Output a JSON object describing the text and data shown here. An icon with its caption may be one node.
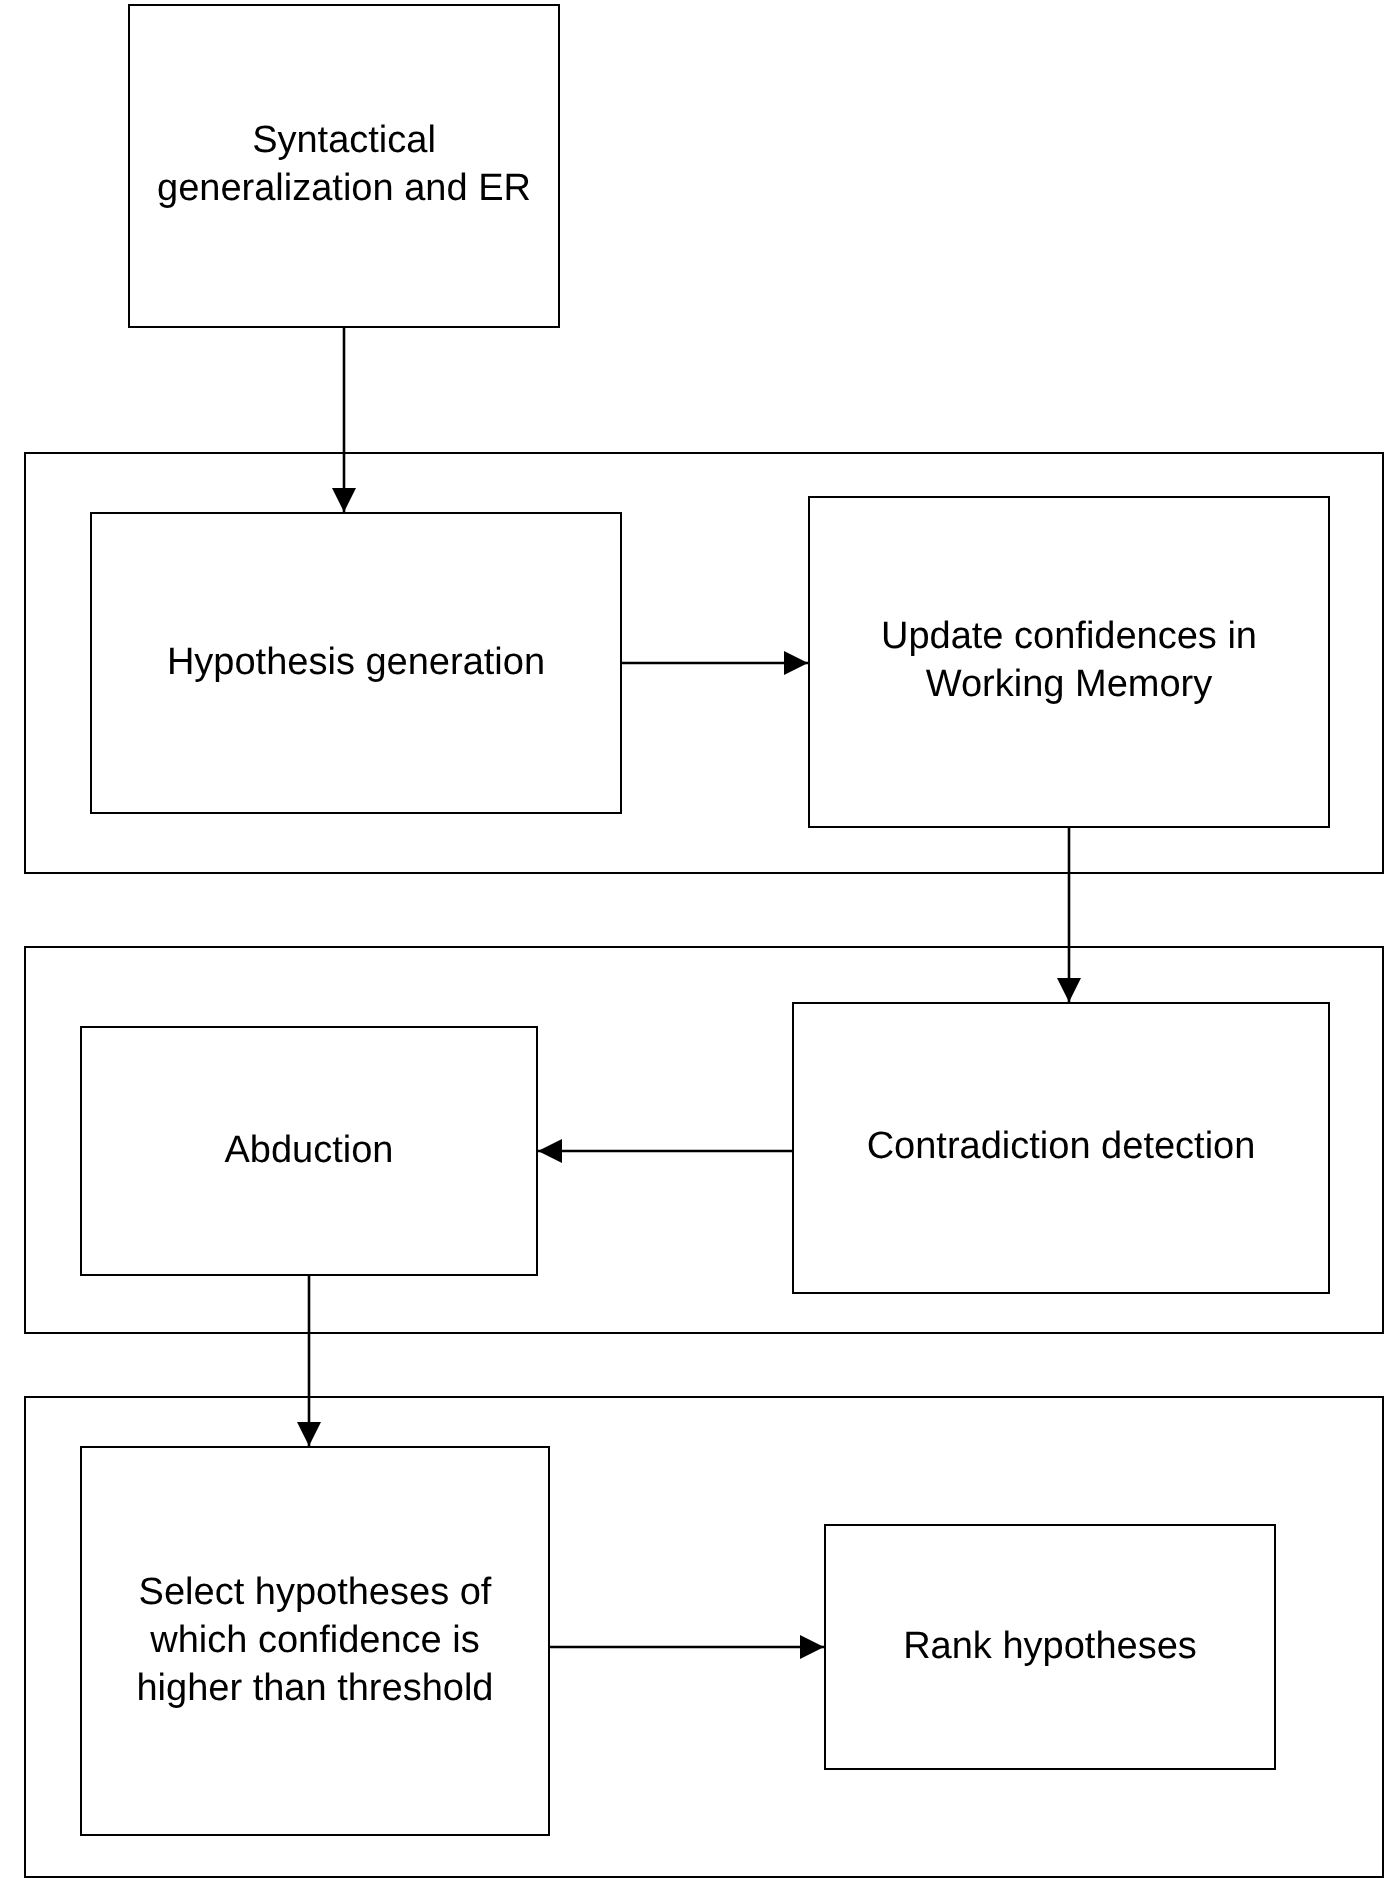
{
  "diagram": {
    "nodes": [
      {
        "text": [
          "Syntactical generalization and ER"
        ]
      },
      {
        "text": [],
        "shape": "box"
      },
      {
        "text": [
          "Hypothesis generation"
        ],
        "in": 1
      },
      {
        "text": [
          "Update confidences in Working Memory"
        ],
        "in": 1
      },
      {
        "text": [],
        "shape": "box"
      },
      {
        "text": [
          "Abduction"
        ],
        "in": 4
      },
      {
        "text": [
          "Contradiction detection"
        ],
        "in": 4
      },
      {
        "text": [],
        "shape": "box"
      },
      {
        "text": [
          "Select hypotheses of which confidence is higher than threshold"
        ],
        "in": 7
      },
      {
        "text": [
          "Rank hypotheses"
        ],
        "in": 7
      }
    ],
    "edges": [
      {
        "from": 0,
        "to": 2,
        "arrow": "to"
      },
      {
        "from": 2,
        "to": 3,
        "arrow": "to"
      },
      {
        "from": 3,
        "to": 6,
        "arrow": "to"
      },
      {
        "from": 6,
        "to": 5,
        "arrow": "to"
      },
      {
        "from": 5,
        "to": 8,
        "arrow": "to"
      },
      {
        "from": 8,
        "to": 9,
        "arrow": "to"
      }
    ]
  }
}
